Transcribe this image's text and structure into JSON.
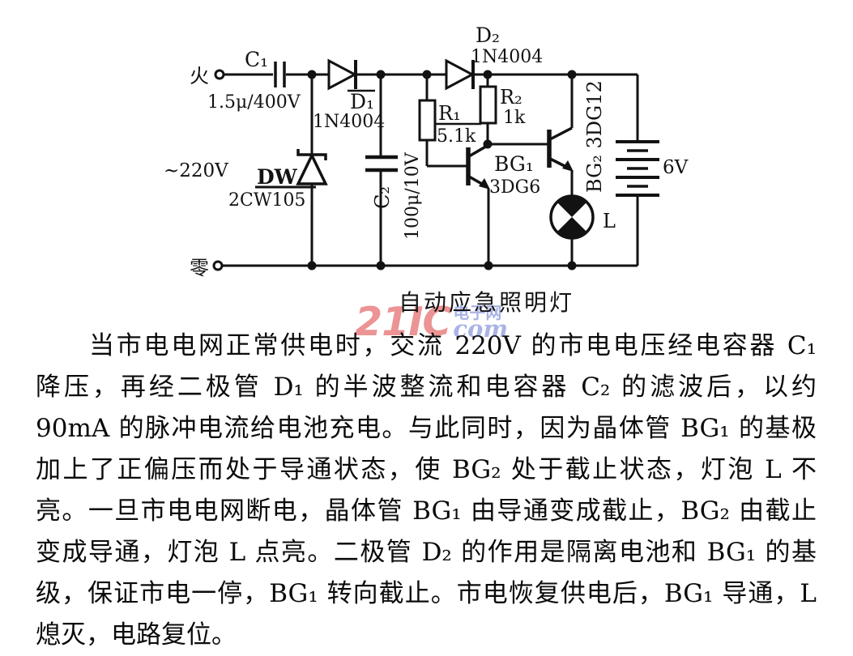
{
  "watermark": {
    "brand": "21IC",
    "site": "电子网",
    "com": "com"
  },
  "figure": {
    "title": "自动应急照明灯",
    "terminals": {
      "live": "火",
      "neutral": "零",
      "mains": "~220V"
    },
    "components": {
      "c1": {
        "name": "C₁",
        "value": "1.5μ/400V"
      },
      "d1": {
        "name": "D₁",
        "value": "1N4004"
      },
      "dw": {
        "name": "DW",
        "value": "2CW105"
      },
      "c2": {
        "name": "C₂",
        "value": "100μ/10V"
      },
      "r1": {
        "name": "R₁",
        "value": "5.1k"
      },
      "r2": {
        "name": "R₂",
        "value": "1k"
      },
      "d2": {
        "name": "D₂",
        "value": "1N4004"
      },
      "bg1": {
        "name": "BG₁",
        "value": "3DG6"
      },
      "bg2": {
        "name": "BG₂ 3DG12"
      },
      "battery": {
        "value": "6V"
      },
      "lamp": {
        "name": "L"
      }
    }
  },
  "description": {
    "lines": [
      "当市电电网正常供电时，交流 220V 的市电电压经电容器 C₁",
      "降压，再经二极管 D₁ 的半波整流和电容器 C₂ 的滤波后，以约",
      "90mA 的脉冲电流给电池充电。与此同时，因为晶体管 BG₁ 的基极",
      "加上了正偏压而处于导通状态，使 BG₂ 处于截止状态，灯泡 L 不",
      "亮。一旦市电电网断电，晶体管 BG₁ 由导通变成截止，BG₂ 由截止",
      "变成导通，灯泡 L 点亮。二极管 D₂ 的作用是隔离电池和 BG₁ 的基",
      "级，保证市电一停，BG₁ 转向截止。市电恢复供电后，BG₁ 导通，L",
      "熄灭，电路复位。"
    ]
  }
}
